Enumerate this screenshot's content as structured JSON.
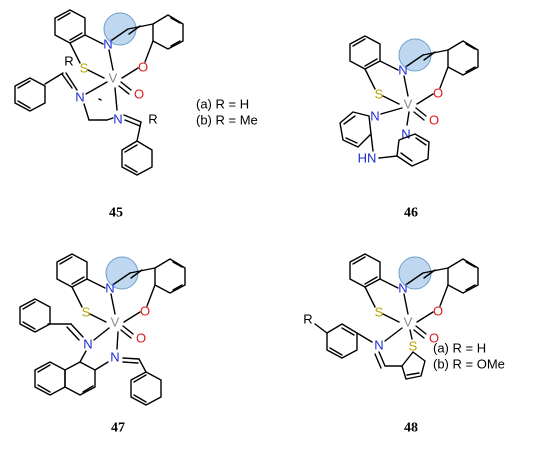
{
  "colors": {
    "bond": "#000000",
    "nitrogen": "#1f2bd6",
    "oxygen": "#e01b1b",
    "sulfur": "#b7a400",
    "vanadium": "#8a8a8a",
    "highlight": "#a9cbe9"
  },
  "atoms": {
    "S": "S",
    "N": "N",
    "O": "O",
    "V": "V",
    "R": "R",
    "HN": "HN"
  },
  "compounds": [
    {
      "id": "45",
      "label": "45",
      "notes": [
        "(a) R = H",
        "(b) R = Me"
      ]
    },
    {
      "id": "46",
      "label": "46",
      "notes": []
    },
    {
      "id": "47",
      "label": "47",
      "notes": []
    },
    {
      "id": "48",
      "label": "48",
      "notes": [
        "(a) R = H",
        "(b) R = OMe"
      ]
    }
  ]
}
